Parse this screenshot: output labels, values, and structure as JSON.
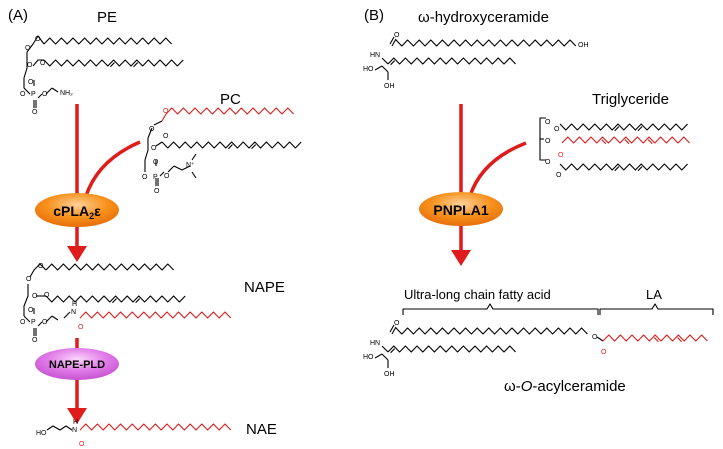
{
  "panels": {
    "a": "(A)",
    "b": "(B)"
  },
  "left": {
    "pe_label": "PE",
    "pc_label": "PC",
    "enzyme1": "cPLA",
    "enzyme1_sub": "2",
    "enzyme1_suffix": "ε",
    "nape_label": "NAPE",
    "enzyme2": "NAPE-PLD",
    "nae_label": "NAE"
  },
  "right": {
    "title": "ω-hydroxyceramide",
    "triglyceride_label": "Triglyceride",
    "enzyme": "PNPLA1",
    "chain_label": "Ultra-long chain fatty acid",
    "la_label": "LA",
    "product_prefix": "ω-",
    "product_italic": "O",
    "product_suffix": "-acylceramide"
  },
  "atoms": {
    "o": "O",
    "oh": "OH",
    "ho": "HO",
    "hn": "HN",
    "h": "H",
    "n": "N",
    "p": "P",
    "nh2": "NH₂",
    "nplus": "N⁺"
  },
  "colors": {
    "arrow": "#e01b1b",
    "red_chain": "#e01b1b",
    "enzyme_orange": "#f7921e",
    "enzyme_purple": "#e07ae8"
  }
}
